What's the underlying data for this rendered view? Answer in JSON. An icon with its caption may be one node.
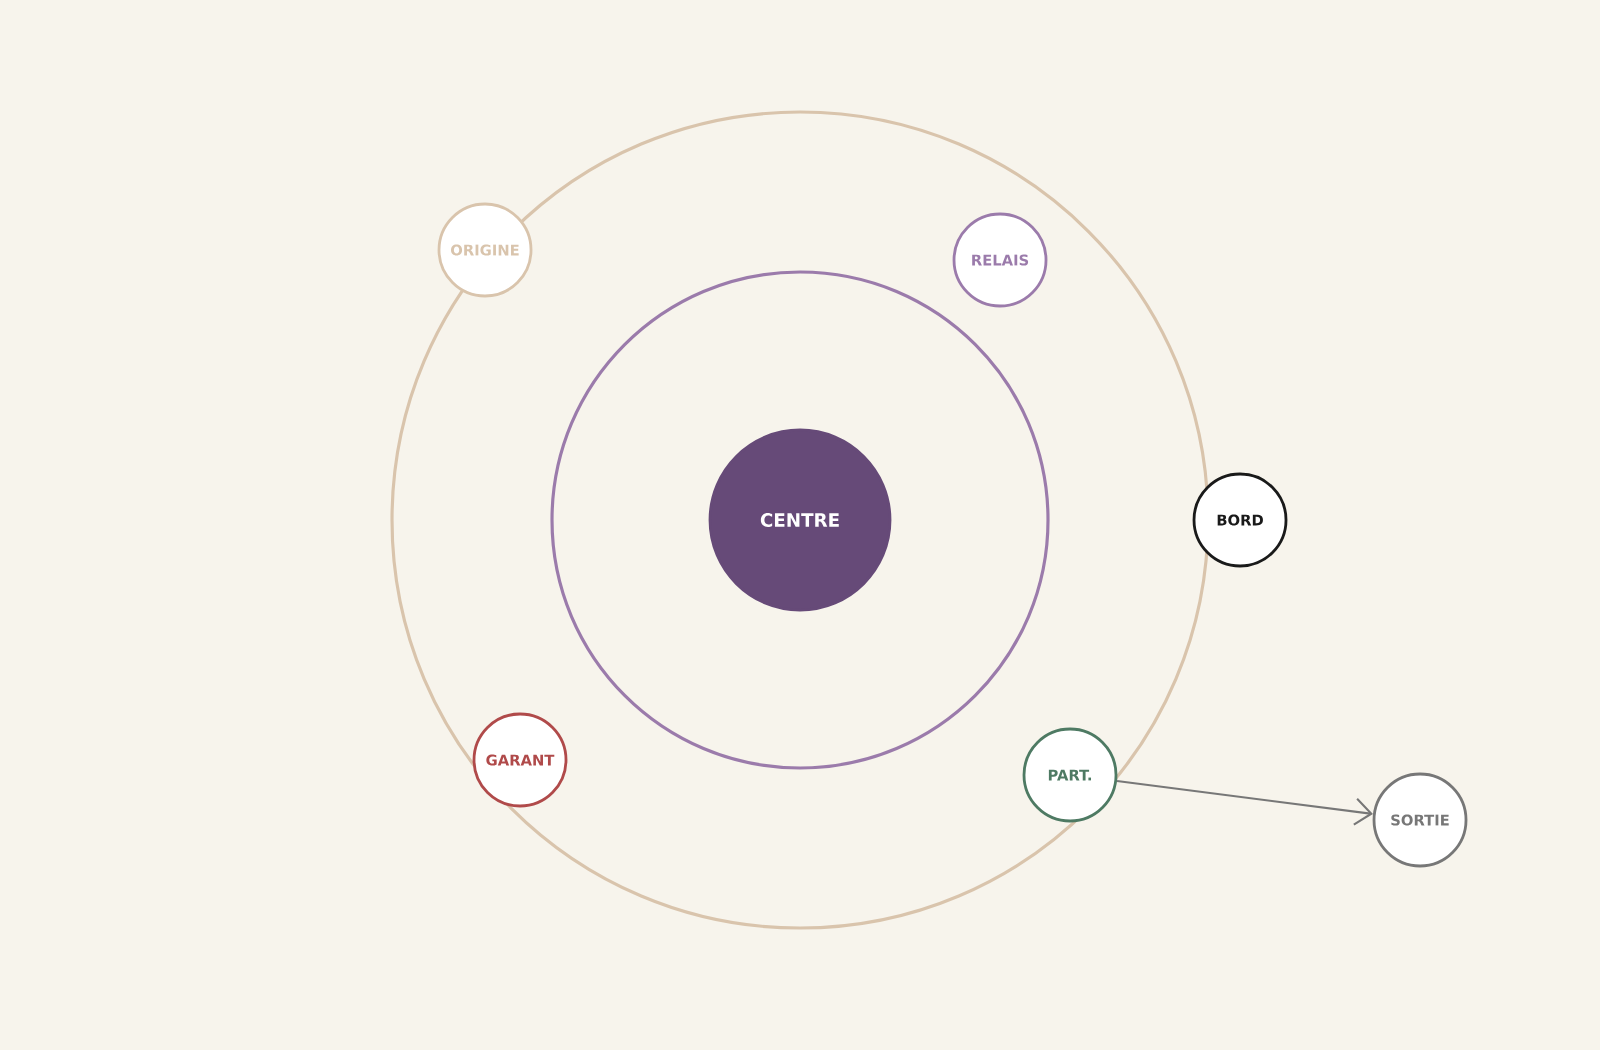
{
  "diagram": {
    "nodes": [
      {
        "text": [
          "CENTRE"
        ]
      },
      {
        "text": [
          "ORIGINE"
        ]
      },
      {
        "text": [
          "RELAIS"
        ]
      },
      {
        "text": [
          "BORD"
        ]
      },
      {
        "text": [
          "GARANT"
        ]
      },
      {
        "text": [
          "PART."
        ]
      },
      {
        "text": [
          "SORTIE"
        ]
      }
    ],
    "edges": [
      {
        "from": 5,
        "to": 6,
        "arrow": "to"
      }
    ]
  }
}
